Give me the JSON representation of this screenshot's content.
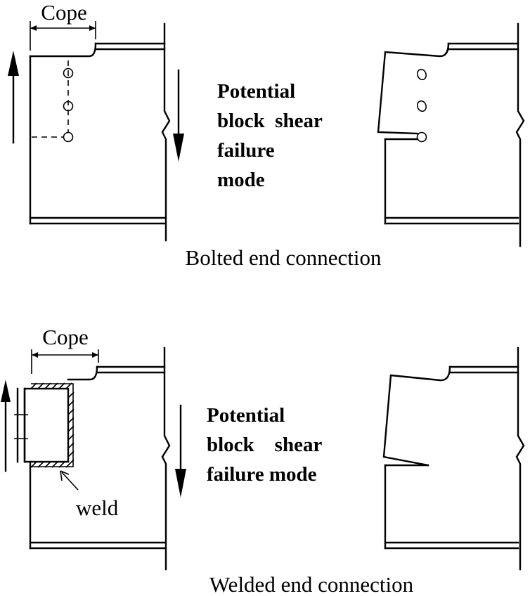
{
  "bolted": {
    "cope_label": "Cope",
    "mode_lines": [
      "Potential",
      "block  shear",
      "failure",
      "mode"
    ],
    "caption": "Bolted end connection"
  },
  "welded": {
    "cope_label": "Cope",
    "mode_lines": [
      "Potential",
      "block    shear",
      "failure mode"
    ],
    "weld_label": "weld",
    "caption": "Welded end connection"
  }
}
